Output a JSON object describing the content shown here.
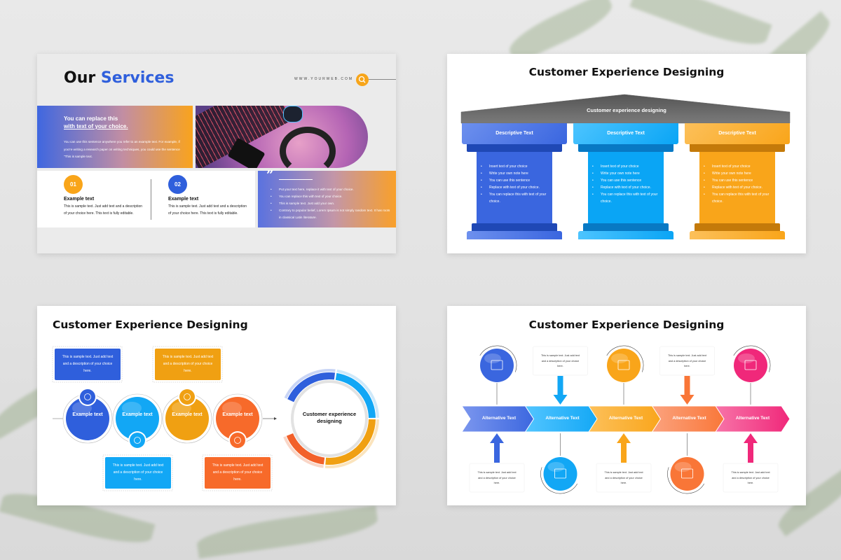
{
  "colors": {
    "blue": "#3a66df",
    "sky": "#12a7f5",
    "amber": "#f9a51a",
    "orange": "#f97637",
    "pink": "#f0287a",
    "roof": "#6e6e6e"
  },
  "slide1": {
    "title_part1": "Our",
    "title_part2": "Services",
    "website": "WWW.YOURWEB.COM",
    "search_icon": "search-icon",
    "banner": {
      "heading_line1": "You can replace this",
      "heading_line2": "with text of your choice.",
      "body": "You can use this sentence anywhere you refer to an example text. For example, if you're writing a research paper on writing techniques, you could use the sentence \"This is sample text."
    },
    "features": [
      {
        "number": "01",
        "title": "Example text",
        "body": "This is sample text. Just add text and a description of your choice here. This text is fully editable."
      },
      {
        "number": "02",
        "title": "Example text",
        "body": "This is sample text. Just add text and a description of your choice here. This text is fully editable."
      }
    ],
    "quote": {
      "icon": "quote-icon",
      "bullets": [
        "Put your text here, replace it with text of your choice.",
        "You can replace this with text of your choice.",
        "This is sample text. Just add your own.",
        "Contrary to popular belief, Lorem Ipsum is not simply random text. It has roots in classical Latin literature."
      ]
    }
  },
  "slide2": {
    "title": "Customer Experience Designing",
    "roof_label": "Customer experience designing",
    "pillars": [
      {
        "label": "Descriptive Text",
        "bullets": [
          "Insert text of your choice",
          "Write your own note here",
          "You can use this sentence",
          "Replace with text of your choice.",
          "You can replace this with text of your choice."
        ]
      },
      {
        "label": "Descriptive Text",
        "bullets": [
          "Insert text of your choice",
          "Write your own note here",
          "You can use this sentence",
          "Replace with text of your choice.",
          "You can replace this with text of your choice."
        ]
      },
      {
        "label": "Descriptive Text",
        "bullets": [
          "Insert text of your choice",
          "Write your own note here",
          "You can use this sentence",
          "Replace with text of your choice.",
          "You can replace this with text of your choice."
        ]
      }
    ]
  },
  "slide3": {
    "title": "Customer Experience Designing",
    "center_label": "Customer experience designing",
    "steps": [
      {
        "label": "Example text",
        "description": "This is sample text. Just add text and a description of your choice here.",
        "icon": "head-idea-icon"
      },
      {
        "label": "Example text",
        "description": "This is sample text. Just add text and a description of your choice here.",
        "icon": "presenter-chart-icon"
      },
      {
        "label": "Example text",
        "description": "This is sample text. Just add text and a description of your choice here.",
        "icon": "justice-scale-icon"
      },
      {
        "label": "Example text",
        "description": "This is sample text. Just add text and a description of your choice here.",
        "icon": "target-icon"
      }
    ]
  },
  "slide4": {
    "title": "Customer Experience Designing",
    "steps": [
      {
        "label": "Alternative Text",
        "description": "This is sample text. Just add text and a description of your choice here.",
        "icon": "flow-database-icon"
      },
      {
        "label": "Alternative Text",
        "description": "This is sample text. Just add text and a description of your choice here.",
        "icon": "presentation-audience-icon"
      },
      {
        "label": "Alternative Text",
        "description": "This is sample text. Just add text and a description of your choice here.",
        "icon": "document-search-icon"
      },
      {
        "label": "Alternative Text",
        "description": "This is sample text. Just add text and a description of your choice here.",
        "icon": "blocks-gear-icon"
      },
      {
        "label": "Alternative Text",
        "description": "This is sample text. Just add text and a description of your choice here.",
        "icon": "monitor-strategy-icon"
      }
    ]
  }
}
